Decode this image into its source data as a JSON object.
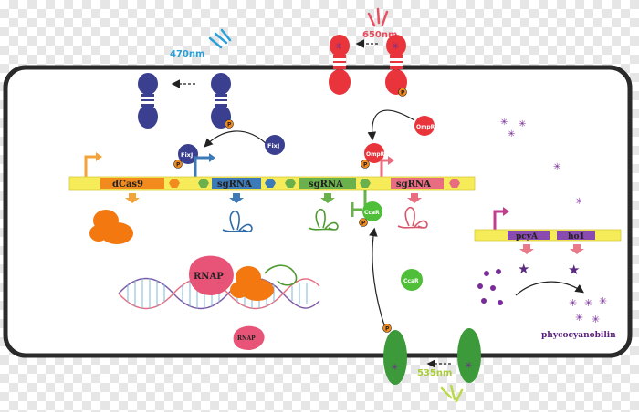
{
  "light": {
    "blue": "470nm",
    "red": "650nm",
    "green": "535nm"
  },
  "proteins": {
    "fixj_a": "FixJ",
    "fixj_b": "FixJ",
    "ompr_a": "OmpR",
    "ompr_b": "OmpR",
    "ccar_a": "CcaR",
    "ccar_b": "CcaR",
    "rnap_a": "RNAP",
    "rnap_b": "RNAP",
    "p": "P"
  },
  "gene_bar": {
    "dcas9": "dCas9",
    "sgrna1": "sgRNA",
    "sgrna2": "sgRNA",
    "sgrna3": "sgRNA"
  },
  "pcy_bar": {
    "pcya": "pcyA",
    "ho1": "ho1"
  },
  "product": "phycocyanobilin",
  "colors": {
    "blue_receptor": "#3a3f8f",
    "red_receptor": "#e8343a",
    "green_receptor": "#3d9a3a",
    "bar": "#f6ec5a",
    "dcas9": "#f28a1e",
    "sgrna1": "#3d7ab8",
    "sgrna2": "#6ab04c",
    "sgrna3": "#e86d80",
    "purple": "#6d2f8e"
  }
}
